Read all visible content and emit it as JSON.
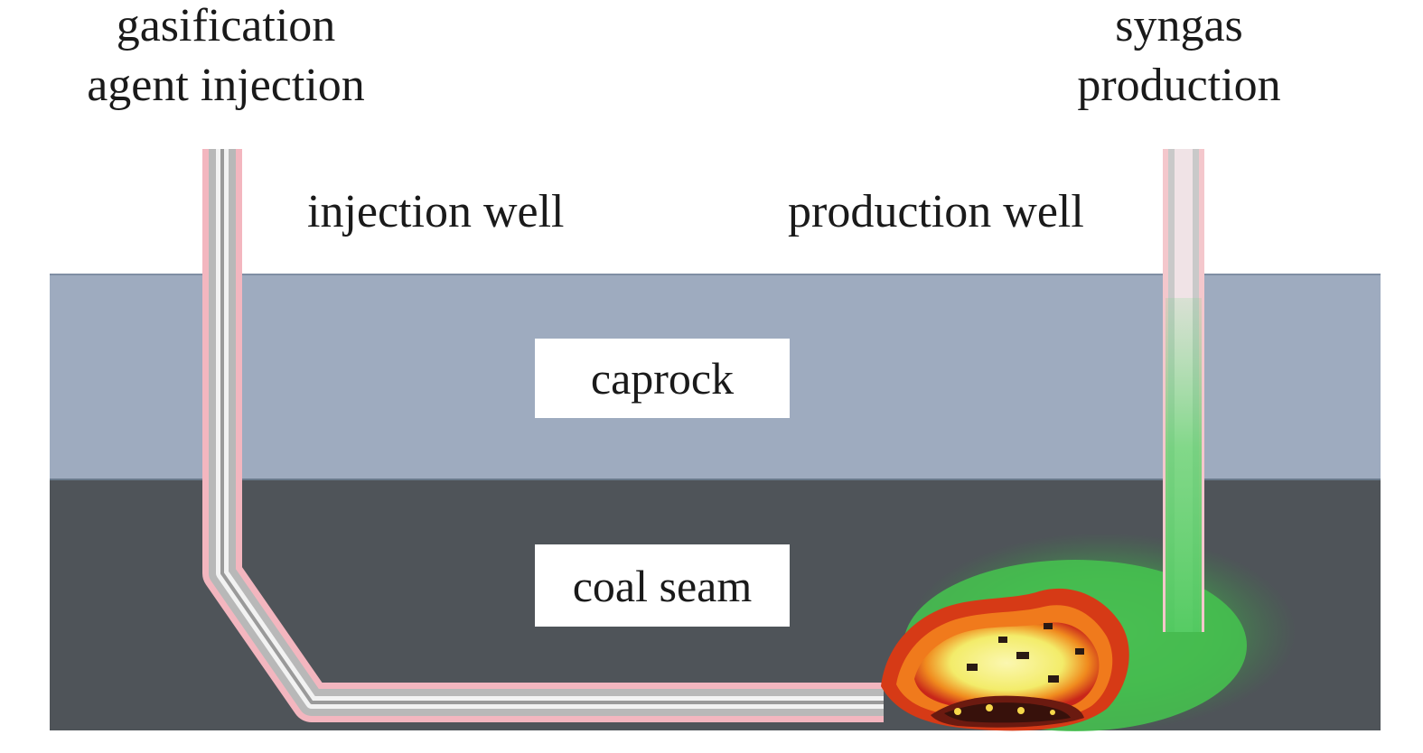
{
  "labels": {
    "gasification_line1": "gasification",
    "gasification_line2": "agent injection",
    "syngas_line1": "syngas",
    "syngas_line2": "production",
    "injection_well": "injection well",
    "production_well": "production well",
    "caprock": "caprock",
    "coal_seam": "coal seam"
  },
  "colors": {
    "caprock": "#9eabbf",
    "coal_seam": "#4f5459",
    "pipe_outer": "#f2b8c0",
    "pipe_inner": "#a7a7a7",
    "syngas": "#4fcf5a",
    "flame": "#e8501a",
    "hot_core": "#f5f08a"
  }
}
